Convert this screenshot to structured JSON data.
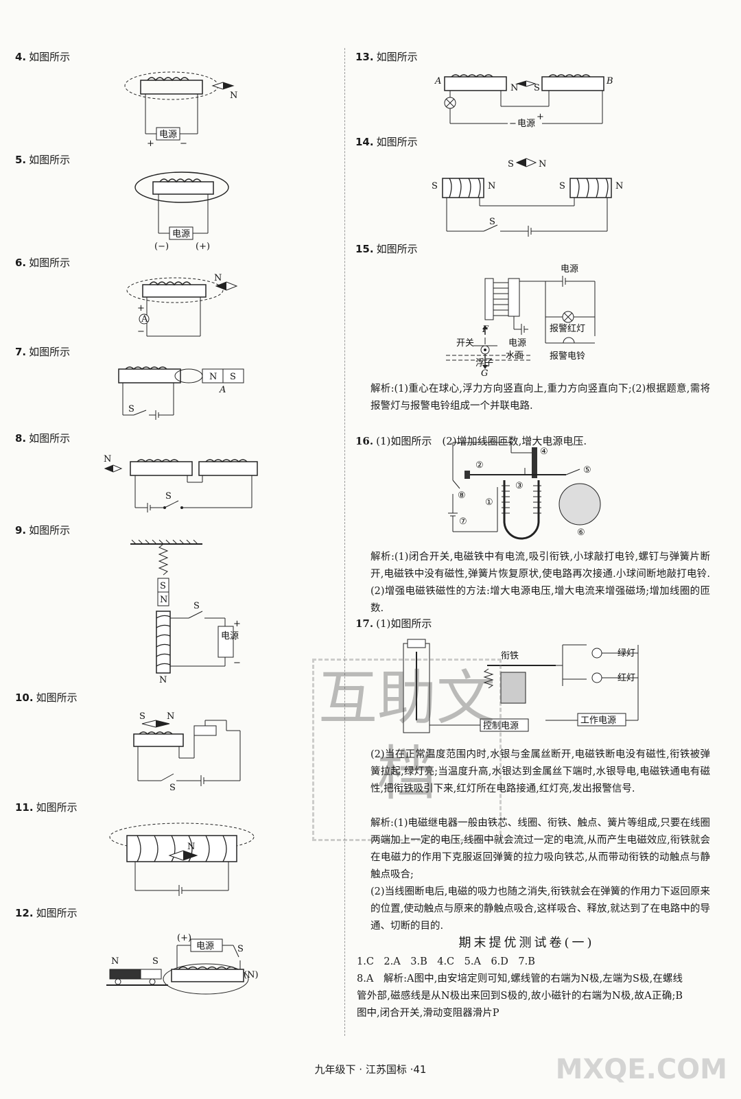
{
  "left_questions": [
    {
      "num": "4.",
      "text": "如图所示"
    },
    {
      "num": "5.",
      "text": "如图所示"
    },
    {
      "num": "6.",
      "text": "如图所示"
    },
    {
      "num": "7.",
      "text": "如图所示"
    },
    {
      "num": "8.",
      "text": "如图所示"
    },
    {
      "num": "9.",
      "text": "如图所示"
    },
    {
      "num": "10.",
      "text": "如图所示"
    },
    {
      "num": "11.",
      "text": "如图所示"
    },
    {
      "num": "12.",
      "text": "如图所示"
    }
  ],
  "right_questions": [
    {
      "num": "13.",
      "text": "如图所示"
    },
    {
      "num": "14.",
      "text": "如图所示"
    },
    {
      "num": "15.",
      "text": "如图所示"
    },
    {
      "num": "16.",
      "text": "(1)如图所示　(2)增加线圈匝数,增大电源电压."
    },
    {
      "num": "17.",
      "text": "(1)如图所示"
    }
  ],
  "fig_labels": {
    "power": "电源",
    "N": "N",
    "S": "S",
    "A": "A",
    "B": "B",
    "plus": "+",
    "minus": "−",
    "neg_paren": "(−)",
    "pos_paren": "(+)",
    "N_paren": "(N)",
    "F": "F",
    "G": "G",
    "switch": "开关",
    "water": "水面",
    "float": "浮子",
    "alarm_light": "报警红灯",
    "alarm_bell": "报警电铃",
    "armature": "衔铁",
    "green_light": "绿灯",
    "red_light": "红灯",
    "control_power": "控制电源",
    "work_power": "工作电源",
    "c1": "①",
    "c2": "②",
    "c3": "③",
    "c4": "④",
    "c5": "⑤",
    "c6": "⑥",
    "c7": "⑦",
    "c8": "⑧"
  },
  "analysis_15": "解析:(1)重心在球心,浮力方向竖直向上,重力方向竖直向下;(2)根据题意,需将报警灯与报警电铃组成一个并联电路.",
  "analysis_16": "解析:(1)闭合开关,电磁铁中有电流,吸引衔铁,小球敲打电铃,螺钉与弹簧片断开,电磁铁中没有磁性,弹簧片恢复原状,使电路再次接通.小球间断地敲打电铃.(2)增强电磁铁磁性的方法:增大电源电压,增大电流来增强磁场;增加线圈的匝数.",
  "analysis_17a": "(2)当在正常温度范围内时,水银与金属丝断开,电磁铁断电没有磁性,衔铁被弹簧拉起,绿灯亮;当温度升高,水银达到金属丝下端时,水银导电,电磁铁通电有磁性,把衔铁吸引下来,红灯所在电路接通,红灯亮,发出报警信号.",
  "analysis_17b": "解析:(1)电磁继电器一般由铁芯、线圈、衔铁、触点、簧片等组成,只要在线圈两端加上一定的电压,线圈中就会流过一定的电流,从而产生电磁效应,衔铁就会在电磁力的作用下克服返回弹簧的拉力吸向铁芯,从而带动衔铁的动触点与静触点吸合;",
  "analysis_17c": "(2)当线圈断电后,电磁的吸力也随之消失,衔铁就会在弹簧的作用力下返回原来的位置,使动触点与原来的静触点吸合,这样吸合、释放,就达到了在电路中的导通、切断的目的.",
  "section_title": "期末提优测试卷(一)",
  "answers_line": "1.C　2.A　3.B　4.C　5.A　6.D　7.B",
  "answer_8": "8.A　解析:A图中,由安培定则可知,螺线管的右端为N极,左端为S极,在螺线管外部,磁感线是从N极出来回到S极的,故小磁针的右端为N极,故A正确;B图中,闭合开关,滑动变阻器滑片P",
  "footer": "九年级下 · 江苏国标 ·41",
  "watermark": "互助文档",
  "corner_logo": "MXQE.COM"
}
